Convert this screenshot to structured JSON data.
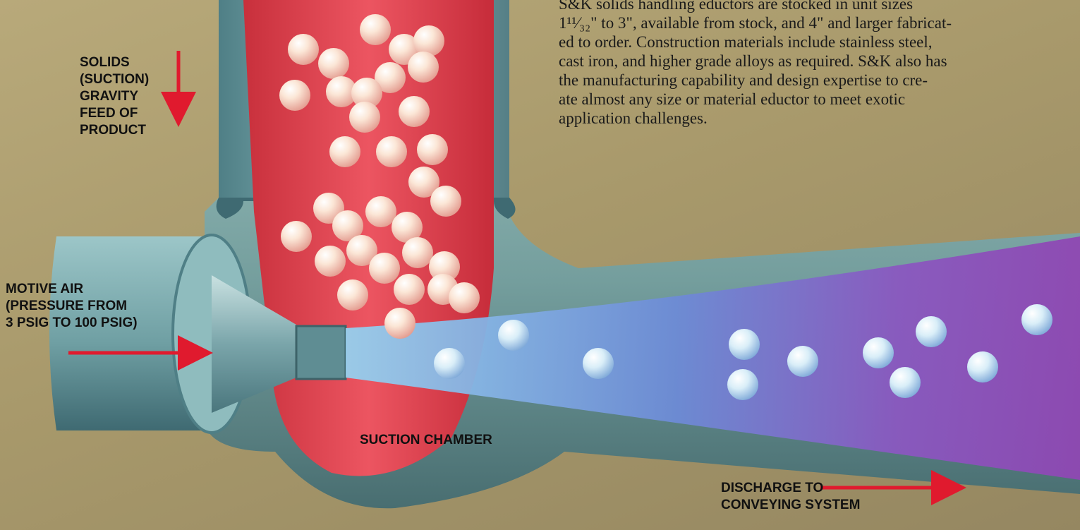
{
  "labels": {
    "solids": [
      "SOLIDS",
      "(SUCTION)",
      "GRAVITY",
      "FEED OF",
      "PRODUCT"
    ],
    "motive": [
      "MOTIVE AIR",
      "(PRESSURE FROM",
      "3 PSIG TO 100 PSIG)"
    ],
    "suction_chamber": "SUCTION CHAMBER",
    "discharge": [
      "DISCHARGE TO",
      "CONVEYING SYSTEM"
    ]
  },
  "description": [
    "S&K solids handling eductors are stocked in unit sizes",
    "1¹¹⁄₃₂\" to 3\", available from stock, and 4\" and larger fabricat-",
    "ed to order. Construction materials include stainless steel,",
    "cast iron, and higher grade alloys as required. S&K also has",
    "the manufacturing capability and design expertise to cre-",
    "ate almost any size or material eductor to meet exotic",
    "application challenges."
  ],
  "colors": {
    "background": "#a99a6c",
    "body_metal": "#6f9fa3",
    "solids_stream": "#e0434e",
    "air_stream_start": "#8fc8ea",
    "air_stream_end": "#8a4ab3",
    "arrow": "#e01a2e",
    "particles": "#f6dcc8"
  }
}
